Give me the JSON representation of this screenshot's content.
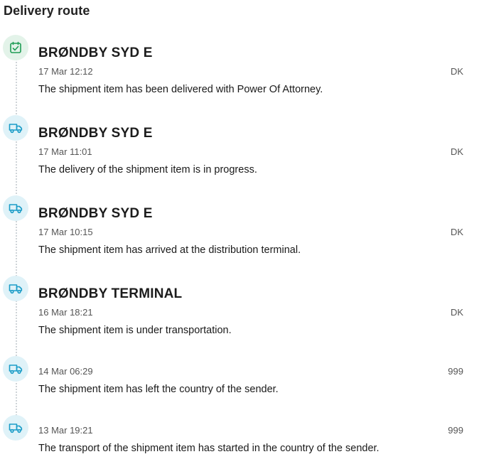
{
  "header": {
    "title": "Delivery route"
  },
  "colors": {
    "delivered_icon": "#1f9d55",
    "transit_icon": "#1a9cc7"
  },
  "events": [
    {
      "icon": "checklist-icon",
      "location": "BRØNDBY SYD E",
      "time": "17 Mar 12:12",
      "country": "DK",
      "description": "The shipment item has been delivered with Power Of Attorney."
    },
    {
      "icon": "truck-icon",
      "location": "BRØNDBY SYD E",
      "time": "17 Mar 11:01",
      "country": "DK",
      "description": "The delivery of the shipment item is in progress."
    },
    {
      "icon": "truck-icon",
      "location": "BRØNDBY SYD E",
      "time": "17 Mar 10:15",
      "country": "DK",
      "description": "The shipment item has arrived at the distribution terminal."
    },
    {
      "icon": "truck-icon",
      "location": "BRØNDBY TERMINAL",
      "time": "16 Mar 18:21",
      "country": "DK",
      "description": "The shipment item is under transportation."
    },
    {
      "icon": "truck-icon",
      "location": "",
      "time": "14 Mar 06:29",
      "country": "999",
      "description": "The shipment item has left the country of the sender."
    },
    {
      "icon": "truck-icon",
      "location": "",
      "time": "13 Mar 19:21",
      "country": "999",
      "description": "The transport of the shipment item has started in the country of the sender."
    }
  ]
}
